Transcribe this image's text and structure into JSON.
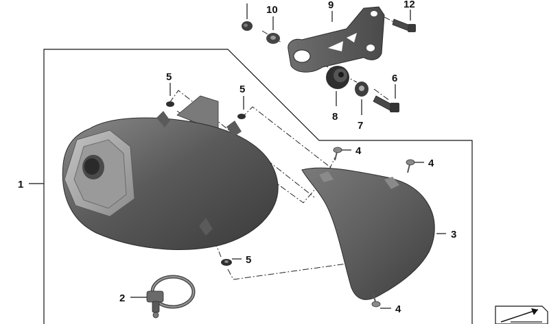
{
  "diagram": {
    "callouts": [
      {
        "id": "c1",
        "label": "1"
      },
      {
        "id": "c2",
        "label": "2"
      },
      {
        "id": "c3",
        "label": "3"
      },
      {
        "id": "c4a",
        "label": "4"
      },
      {
        "id": "c4b",
        "label": "4"
      },
      {
        "id": "c4c",
        "label": "4"
      },
      {
        "id": "c5a",
        "label": "5"
      },
      {
        "id": "c5b",
        "label": "5"
      },
      {
        "id": "c5c",
        "label": "5"
      },
      {
        "id": "c6",
        "label": "6"
      },
      {
        "id": "c7",
        "label": "7"
      },
      {
        "id": "c8",
        "label": "8"
      },
      {
        "id": "c9",
        "label": "9"
      },
      {
        "id": "c10",
        "label": "10"
      },
      {
        "id": "c12",
        "label": "12"
      }
    ],
    "parts": [
      {
        "name": "muffler",
        "icon": "muffler-icon"
      },
      {
        "name": "clamp",
        "icon": "clamp-icon"
      },
      {
        "name": "heat-shield",
        "icon": "heat-shield-icon"
      },
      {
        "name": "bracket",
        "icon": "bracket-icon"
      },
      {
        "name": "rubber-mount",
        "icon": "rubber-mount-icon"
      }
    ],
    "colors": {
      "metal_dark": "#3a3a3a",
      "metal_mid": "#6b6b6b",
      "metal_light": "#a8a8a8",
      "line": "#111111"
    }
  }
}
